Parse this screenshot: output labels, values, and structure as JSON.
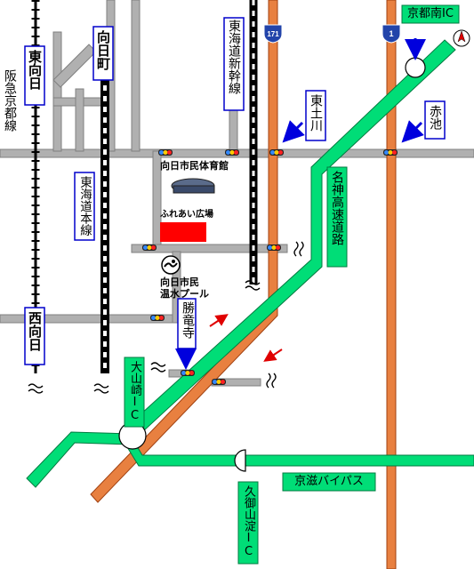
{
  "colors": {
    "background": "#ffffff",
    "road": "#b0b0b0",
    "road_outline": "#777777",
    "expressway": "#00dd77",
    "national_route": "#e88040",
    "rail": "#000000",
    "label_border": "#0000cc",
    "arrow": "#0000dd",
    "red_arrow": "#e00000",
    "venue": "#ff0000"
  },
  "route_shields": {
    "r171": "171",
    "r1": "1"
  },
  "stations": {
    "higashi_muko": "東向日",
    "nishi_muko": "西向日",
    "hankyu_line": "阪急京都線",
    "mukomachi": "向日町"
  },
  "rail_lines": {
    "tokaido_shinkansen": "東海道新幹線",
    "tokaido_main": "東海道本線"
  },
  "intersections": {
    "kyoto_minami_ic": "京都南IC",
    "higashi_tsuchikawa": "東土川",
    "akaike": "赤池",
    "shoryuji": "勝竜寺",
    "oyamazaki_ic": "大山崎IC",
    "kumiyama_yodo_ic": "久御山淀IC"
  },
  "expressways": {
    "meishin": "名神高速道路",
    "keishi_bypass": "京滋バイパス"
  },
  "facilities": {
    "gymnasium": "向日市民体育館",
    "plaza": "ふれあい広場",
    "pool_line1": "向日市民",
    "pool_line2": "温水プール"
  },
  "icons": [
    "compass-icon",
    "gymnasium-icon",
    "pool-icon",
    "hot-spring-icon",
    "traffic-signal-icon"
  ]
}
